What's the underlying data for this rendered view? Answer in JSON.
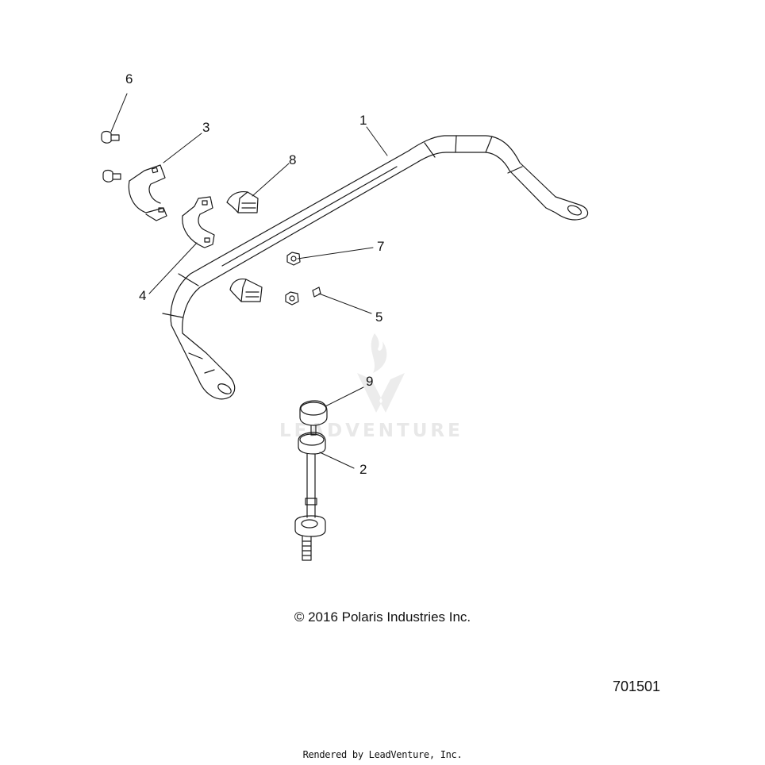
{
  "callouts": {
    "c1": "1",
    "c2": "2",
    "c3": "3",
    "c4": "4",
    "c5": "5",
    "c6": "6",
    "c7": "7",
    "c8": "8",
    "c9": "9"
  },
  "copyright": "© 2016 Polaris Industries Inc.",
  "diagram_id": "701501",
  "render_credit": "Rendered by LeadVenture, Inc.",
  "watermark": "LEADVENTURE",
  "colors": {
    "line": "#1a1a1a",
    "watermark": "#e8e8e8",
    "background": "#ffffff"
  }
}
